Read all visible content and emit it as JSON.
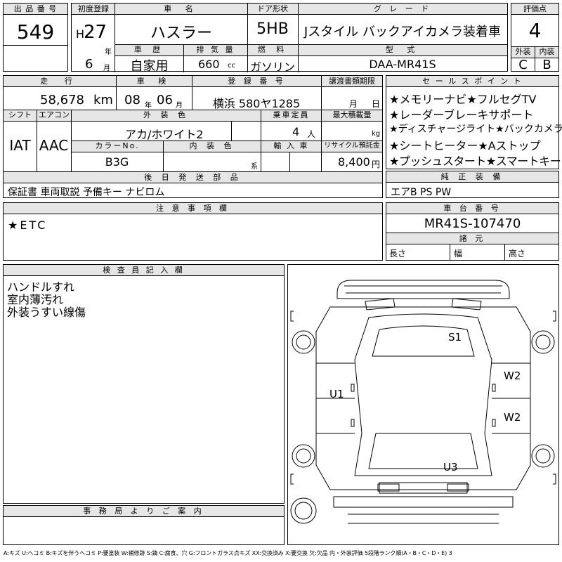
{
  "header": {
    "lot_label": "出 品 番 号",
    "lot": "549",
    "first_reg_label": "初度登録",
    "era": "H",
    "first_reg_year": "27",
    "year_unit": "年",
    "first_reg_month": "6",
    "month_unit": "月",
    "car_name_label": "車 名",
    "car_name": "ハスラー",
    "door_label": "ドア形状",
    "door": "5HB",
    "grade_label": "グ レ ー ド",
    "grade": "Jスタイル バックアイカメラ装着車",
    "score_label": "評価点",
    "score": "4",
    "history_label": "車 歴",
    "history": "自家用",
    "displacement_label": "排 気 量",
    "displacement": "660",
    "displacement_unit": "cc",
    "fuel_label": "燃 料",
    "fuel": "ガソリン",
    "model_label": "型 式",
    "model": "DAA-MR41S",
    "exterior_label": "外装",
    "exterior": "C",
    "interior_label": "内装",
    "interior": "B"
  },
  "row2": {
    "mileage_label": "走 行",
    "mileage": "58,678",
    "mileage_unit": "km",
    "inspection_label": "車 検",
    "inspection_year": "08",
    "inspection_year_unit": "年",
    "inspection_month": "06",
    "inspection_month_unit": "月",
    "plate_label": "登 録 番 号",
    "plate": "横浜 580ヤ1285",
    "transfer_label": "譲渡書類期限",
    "transfer_month_unit": "月",
    "transfer_day_unit": "日"
  },
  "row3": {
    "shift_label": "シフト",
    "shift": "IAT",
    "ac_label": "エアコン",
    "ac": "AAC",
    "color_label": "外 装 色",
    "color": "アカ/ホワイト2",
    "capacity_label": "乗車定員",
    "capacity": "4",
    "capacity_unit": "人",
    "load_label": "最大積載量",
    "load_unit": "kg",
    "color_no_label": "カラーNo.",
    "color_no": "B3G",
    "interior_color_label": "内 装 色",
    "interior_color_unit": "系",
    "import_label": "輸 入 車",
    "recycle_label": "リサイクル預託金",
    "recycle": "8,400",
    "recycle_unit": "円"
  },
  "sales_points": {
    "label": "セ ー ル ス ポ イ ン ト",
    "items": [
      "★メモリーナビ★フルセグTV",
      "★レーダーブレーキサポート",
      "★ディスチャージライト★バックカメラ",
      "★シートヒーター★Aストップ",
      "★プッシュスタート★スマートキー"
    ]
  },
  "parts": {
    "label": "後 日 発 送 部 品",
    "value": "保証書 車両取説 予備キー ナビロム"
  },
  "equipment": {
    "label": "純 正 装 備",
    "value": "エアB PS PW"
  },
  "notes": {
    "label": "注 意 事 項 欄",
    "value": "★ETC"
  },
  "chassis": {
    "label": "車 台 番 号",
    "value": "MR41S-107470",
    "dims_label": "諸 元",
    "length_label": "長さ",
    "width_label": "幅",
    "height_label": "高さ"
  },
  "inspector": {
    "label": "検 査 員 記 入 欄",
    "lines": [
      "ハンドルすれ",
      "室内薄汚れ",
      "外装うすい線傷"
    ]
  },
  "office": {
    "label": "事 務 局 よ り ご 案 内"
  },
  "diagram": {
    "marks": [
      {
        "id": "s1",
        "text": "S1"
      },
      {
        "id": "u1",
        "text": "U1"
      },
      {
        "id": "w2a",
        "text": "W2"
      },
      {
        "id": "w2b",
        "text": "W2"
      },
      {
        "id": "u3",
        "text": "U3"
      }
    ]
  },
  "legend": "A:キズ U:ヘコミ B:キズを伴うヘコミ P:要塗装 W:補修跡 S:錆 C:腐食、穴 G:フロントガラス点キズ XX:交換済み X:要交換 欠:欠品 内・外装評価 5段階ランク順(A・B・C・D・E) 3"
}
